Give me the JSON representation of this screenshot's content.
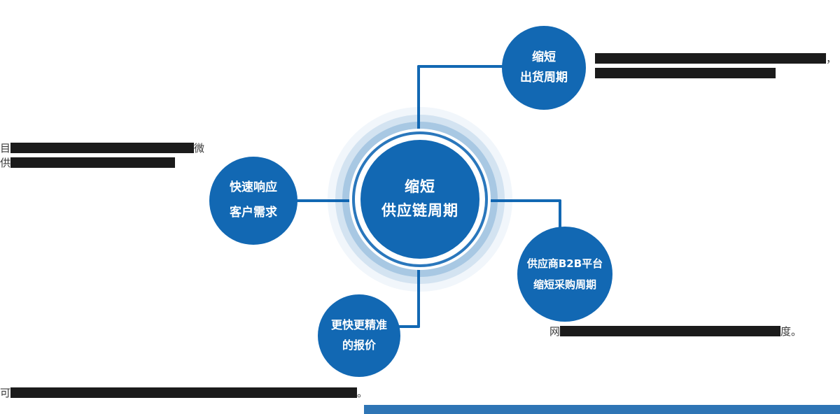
{
  "diagram": {
    "type": "hub-spoke",
    "primary_color": "#1268b3",
    "glow_color": "rgba(18,104,179,0.22)",
    "center": {
      "lines": [
        "缩短",
        "供应链周期"
      ]
    },
    "nodes": [
      {
        "position": "top-right",
        "label_lines": [
          "缩短",
          "出货周期"
        ]
      },
      {
        "position": "left",
        "label_lines": [
          "快速响应",
          "客户需求"
        ]
      },
      {
        "position": "bottom-right",
        "label_lines": [
          "供应商B2B平台",
          "缩短采购周期"
        ]
      },
      {
        "position": "bottom",
        "label_lines": [
          "更快更精准",
          "的报价"
        ]
      }
    ]
  },
  "annotations": {
    "top_right": {
      "line1_end": "，",
      "line2_end": ""
    },
    "left": {
      "line1_start": "目",
      "line1_end": "微",
      "line2_start": "供"
    },
    "bottom_right": {
      "start": "网",
      "end": "度。"
    },
    "bottom_left": {
      "start": "可",
      "end": "。"
    }
  },
  "footer": {
    "bar_color": "#2e75b5"
  }
}
